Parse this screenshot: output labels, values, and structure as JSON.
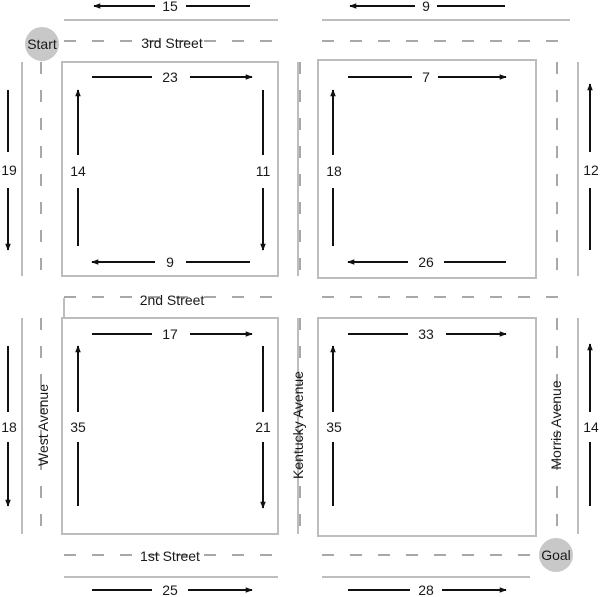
{
  "streets": {
    "third": "3rd Street",
    "second": "2nd Street",
    "first": "1st Street",
    "west": "West Avenue",
    "kentucky": "Kentucky Avenue",
    "morris": "Morris Avenue"
  },
  "markers": {
    "start": "Start",
    "goal": "Goal"
  },
  "edges": {
    "outer_top_left": "15",
    "outer_top_right": "9",
    "outer_left_top": "19",
    "outer_left_bottom": "18",
    "outer_right_top": "12",
    "outer_right_bottom": "14",
    "outer_bottom_left": "25",
    "outer_bottom_right": "28",
    "tl_top": "23",
    "tl_left": "14",
    "tl_right": "11",
    "tl_bottom": "9",
    "tr_top": "7",
    "tr_left": "18",
    "tr_bottom": "26",
    "bl_top": "17",
    "bl_left": "35",
    "bl_right": "21",
    "br_top": "33",
    "br_left": "35"
  },
  "colors": {
    "road_line": "#bdbdbd",
    "dash": "#a8a8a8",
    "arrow": "#111111",
    "marker_fill": "#c8c8c8",
    "text": "#1a1a1a"
  }
}
